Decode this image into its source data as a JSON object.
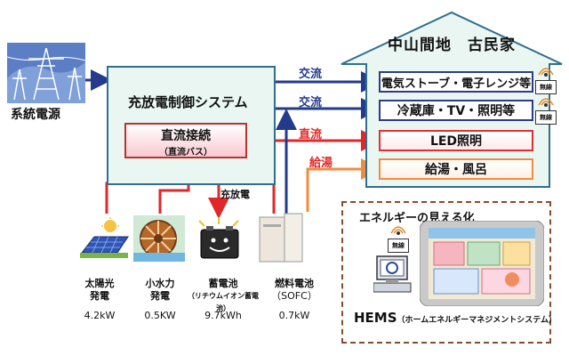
{
  "grid": {
    "label": "系統電源"
  },
  "controller": {
    "title": "充放電制御システム",
    "dc_title": "直流接続",
    "dc_subtitle": "（直流バス）"
  },
  "house": {
    "title": "中山間地　古民家"
  },
  "lines": {
    "ac1": "交流",
    "ac2": "交流",
    "dc": "直流",
    "hot_water": "給湯",
    "charge_discharge": "充放電"
  },
  "appliances": [
    {
      "label": "電気ストーブ・電子レンジ等",
      "tag": "無線"
    },
    {
      "label": "冷蔵庫・TV・照明等",
      "tag": "無線"
    },
    {
      "label": "LED照明"
    },
    {
      "label": "給湯・風呂"
    }
  ],
  "sources": [
    {
      "name1": "太陽光",
      "name2": "発電",
      "value": "4.2kW"
    },
    {
      "name1": "小水力",
      "name2": "発電",
      "value": "0.5KW"
    },
    {
      "name1": "蓄電池",
      "name2": "（リチウムイオン蓄電池）",
      "value": "9.7kWh"
    },
    {
      "name1": "燃料電池",
      "name2": "（SOFC）",
      "value": "0.7kW"
    }
  ],
  "hems": {
    "title": "エネルギーの見える化",
    "tag": "無線",
    "label": "HEMS",
    "label_sub": "（ホームエネルギーマネジメントシステム）"
  },
  "colors": {
    "ac": "#243a8a",
    "dc": "#e02828",
    "hot_water": "#f08c40",
    "panel": "#e9f6f1"
  },
  "icons": [
    "power-tower-icon",
    "solar-panel-icon",
    "water-wheel-icon",
    "battery-icon",
    "fuel-cell-icon",
    "computer-icon",
    "tablet-icon",
    "antenna-icon"
  ]
}
